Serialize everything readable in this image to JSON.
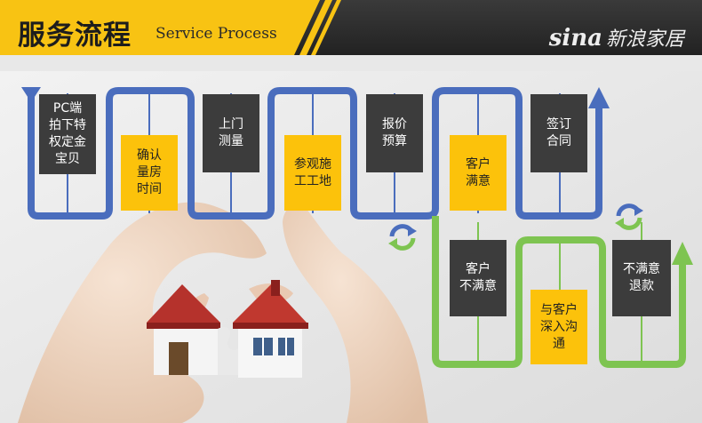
{
  "header": {
    "title_cn": "服务流程",
    "title_en": "Service Process",
    "brand_sina": "sina",
    "brand_cn": "新浪家居"
  },
  "steps": {
    "s1": "PC端\n拍下特\n权定金\n宝贝",
    "s2": "确认\n量房\n时间",
    "s3": "上门\n测量",
    "s4": "参观施\n工工地",
    "s5": "报价\n预算",
    "s6": "客户\n满意",
    "s7": "签订\n合同",
    "s8": "客户\n不满意",
    "s9": "与客户\n深入沟\n通",
    "s10": "不满意\n退款"
  },
  "colors": {
    "blue_path": "#4a6dbd",
    "green_path": "#7ec451",
    "dark_box": "#3c3c3c",
    "yellow_box": "#fcc20b",
    "header_yellow": "#f8c313",
    "header_gray": "#2e2e2e"
  },
  "icons": [
    "arrow-down-icon",
    "arrow-up-icon",
    "refresh-icon",
    "house-puzzle-image",
    "hands-image"
  ]
}
